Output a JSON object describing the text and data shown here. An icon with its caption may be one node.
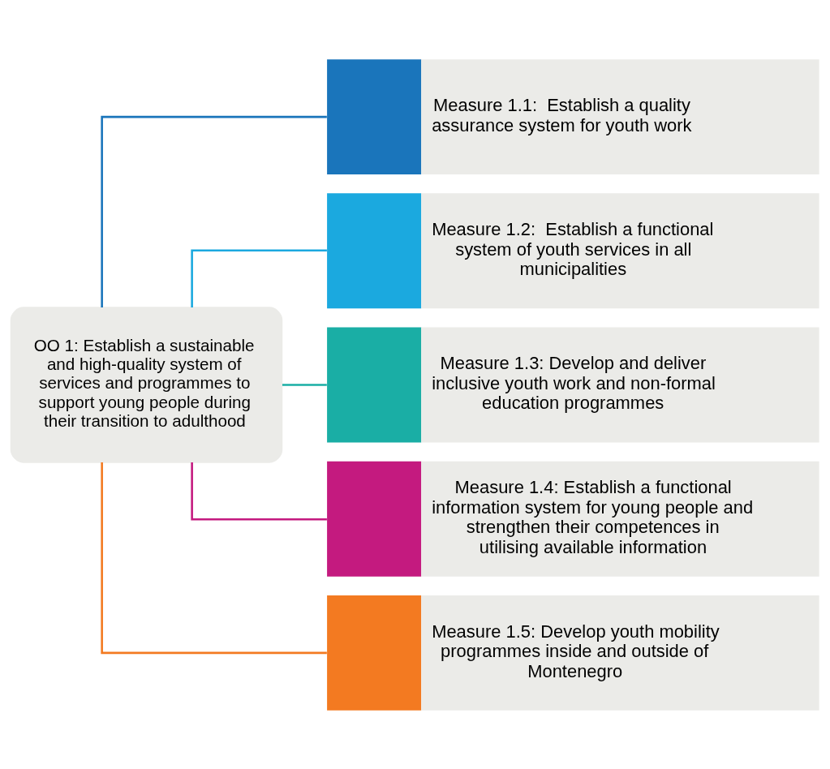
{
  "diagram": {
    "nodes": [
      {
        "text": [
          "OO 1: Establish a sustainable and high-quality system of services and programmes to support young people during their transition to adulthood"
        ]
      },
      {
        "text": [
          "Measure 1.1:  Establish a quality assurance system for youth work"
        ]
      },
      {
        "text": [
          "Measure 1.2:  Establish a functional system of youth services in all municipalities"
        ]
      },
      {
        "text": [
          "Measure 1.3: Develop and deliver inclusive youth work and non-formal education programmes"
        ]
      },
      {
        "text": [
          "Measure 1.4: Establish a functional information system for young people and strengthen their competences in utilising available information"
        ]
      },
      {
        "text": [
          "Measure 1.5: Develop youth mobility programmes inside and outside of Montenegro"
        ]
      }
    ],
    "edges": [
      {
        "from": 0,
        "to": 1,
        "arrow": "none",
        "color": "#1a75bb"
      },
      {
        "from": 0,
        "to": 2,
        "arrow": "none",
        "color": "#1ba9df"
      },
      {
        "from": 0,
        "to": 3,
        "arrow": "none",
        "color": "#1aaea5"
      },
      {
        "from": 0,
        "to": 4,
        "arrow": "none",
        "color": "#c41a7f"
      },
      {
        "from": 0,
        "to": 5,
        "arrow": "none",
        "color": "#f37a21"
      }
    ]
  }
}
